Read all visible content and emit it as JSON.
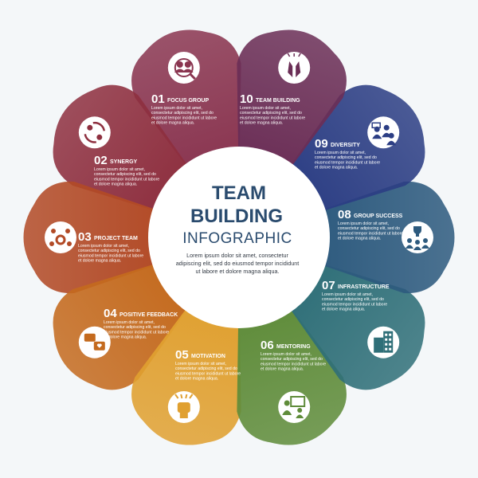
{
  "title": {
    "line1": "TEAM",
    "line2": "BUILDING",
    "line3": "INFOGRAPHIC"
  },
  "center_text": [
    "Lorem ipsum dolor sit amet, consectetur",
    "adipiscing elit, sed do eiusmod tempor incididunt",
    "ut labore et dolore magna aliqua."
  ],
  "petals": [
    {
      "number": "01",
      "label": "FOCUS GROUP",
      "icon": "magnifier-group-icon",
      "color": "#8a3550",
      "body": [
        "Lorem ipsum dolor sit amet,",
        "consectetur adipiscing elit, sed do",
        "eiusmod tempor incididunt ut labore",
        "et dolore magna aliqua."
      ]
    },
    {
      "number": "02",
      "label": "SYNERGY",
      "icon": "synergy-cycle-icon",
      "color": "#8e2f3f",
      "body": [
        "Lorem ipsum dolor sit amet,",
        "consectetur adipiscing elit, sed do",
        "eiusmod tempor incididunt ut labore",
        "et dolore magna aliqua."
      ]
    },
    {
      "number": "03",
      "label": "PROJECT TEAM",
      "icon": "project-team-icon",
      "color": "#b24a26",
      "body": [
        "Lorem ipsum dolor sit amet,",
        "consectetur adipiscing elit, sed do",
        "eiusmod tempor incididunt ut labore",
        "et dolore magna aliqua."
      ]
    },
    {
      "number": "04",
      "label": "POSITIVE FEEDBACK",
      "icon": "feedback-chat-icon",
      "color": "#c46a1e",
      "body": [
        "Lorem ipsum dolor sit amet,",
        "consectetur adipiscing elit, sed do",
        "eiusmod tempor incididunt ut labore",
        "et dolore magna aliqua."
      ]
    },
    {
      "number": "05",
      "label": "MOTIVATION",
      "icon": "raised-fist-icon",
      "color": "#e0a030",
      "body": [
        "Lorem ipsum dolor sit amet,",
        "consectetur adipiscing elit, sed do",
        "eiusmod tempor incididunt ut labore",
        "et dolore magna aliqua."
      ]
    },
    {
      "number": "06",
      "label": "MENTORING",
      "icon": "mentoring-board-icon",
      "color": "#5f8c3a",
      "body": [
        "Lorem ipsum dolor sit amet,",
        "consectetur adipiscing elit, sed do",
        "eiusmod tempor incididunt ut labore",
        "et dolore magna aliqua."
      ]
    },
    {
      "number": "07",
      "label": "INFRASTRUCTURE",
      "icon": "building-icon",
      "color": "#2f6f78",
      "body": [
        "Lorem ipsum dolor sit amet,",
        "consectetur adipiscing elit, sed do",
        "eiusmod tempor incididunt ut labore",
        "et dolore magna aliqua."
      ]
    },
    {
      "number": "08",
      "label": "GROUP SUCCESS",
      "icon": "trophy-team-icon",
      "color": "#2d5a7e",
      "body": [
        "Lorem ipsum dolor sit amet,",
        "consectetur adipiscing elit, sed do",
        "eiusmod tempor incididunt ut labore",
        "et dolore magna aliqua."
      ]
    },
    {
      "number": "09",
      "label": "DIVERSITY",
      "icon": "diversity-people-icon",
      "color": "#2c3e84",
      "body": [
        "Lorem ipsum dolor sit amet,",
        "consectetur adipiscing elit, sed do",
        "eiusmod tempor incididunt ut labore",
        "et dolore magna aliqua."
      ]
    },
    {
      "number": "10",
      "label": "TEAM BUILDING",
      "icon": "hands-together-icon",
      "color": "#6b2e56",
      "body": [
        "Lorem ipsum dolor sit amet,",
        "consectetur adipiscing elit, sed do",
        "eiusmod tempor incididunt ut labore",
        "et dolore magna aliqua."
      ]
    }
  ],
  "colors": {
    "title": "#2a4b6e",
    "center_fill": "#ffffff",
    "background": "#f4f7f9"
  }
}
